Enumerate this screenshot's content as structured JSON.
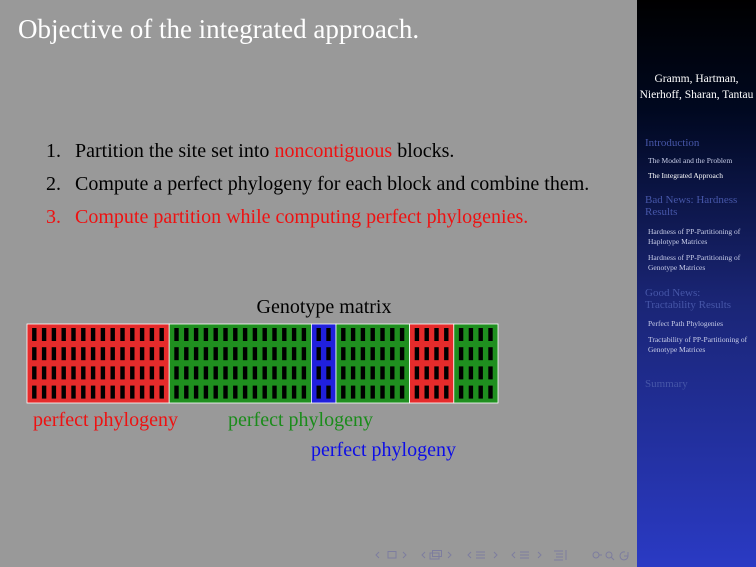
{
  "slide": {
    "title": "Objective of the integrated approach.",
    "items": [
      {
        "number": "1.",
        "before": "Partition the site set into ",
        "highlight": "noncontiguous",
        "after": " blocks."
      },
      {
        "number": "2.",
        "text": "Compute a perfect phylogeny for each block and combine them."
      },
      {
        "number": "3.",
        "text": "Compute partition while computing perfect phylogenies."
      }
    ],
    "matrix_label": "Genotype matrix",
    "phylogeny_labels": [
      "perfect phylogeny",
      "perfect phylogeny",
      "perfect phylogeny"
    ]
  },
  "matrix": {
    "rows": 4,
    "blocks": [
      {
        "color": "red",
        "columns": 14
      },
      {
        "color": "green",
        "columns": 14
      },
      {
        "color": "blue",
        "columns": 2
      },
      {
        "color": "green",
        "columns": 7
      },
      {
        "color": "red",
        "columns": 4
      },
      {
        "color": "green",
        "columns": 4
      }
    ]
  },
  "colors": {
    "background": "#999999",
    "red": "#ee1111",
    "green": "#1a8c1a",
    "blue": "#0e0ee6",
    "red_block": "#e52b2b",
    "green_block": "#1f8f1f",
    "blue_block": "#2020dd"
  },
  "sidebar": {
    "presentation_title": "",
    "authors": "Gramm, Hartman, Nierhoff, Sharan, Tantau",
    "sections": [
      {
        "title": "Introduction",
        "subsections": [
          "The Model and the Problem",
          "The Integrated Approach"
        ]
      },
      {
        "title": "Bad News: Hardness Results",
        "subsections": [
          "Hardness of PP-Partitioning of Haplotype Matrices",
          "Hardness of PP-Partitioning of Genotype Matrices"
        ]
      },
      {
        "title": "Good News: Tractability Results",
        "subsections": [
          "Perfect Path Phylogenies",
          "Tractability of PP-Partitioning of Genotype Matrices"
        ]
      },
      {
        "title": "Summary",
        "subsections": []
      }
    ],
    "current_subsection": "The Integrated Approach"
  },
  "nav_icons": [
    "nav-left-icon",
    "frame-icon",
    "nav-right-icon",
    "subsection-icon",
    "section-icon",
    "toc-icon",
    "search-icon",
    "back-icon"
  ]
}
